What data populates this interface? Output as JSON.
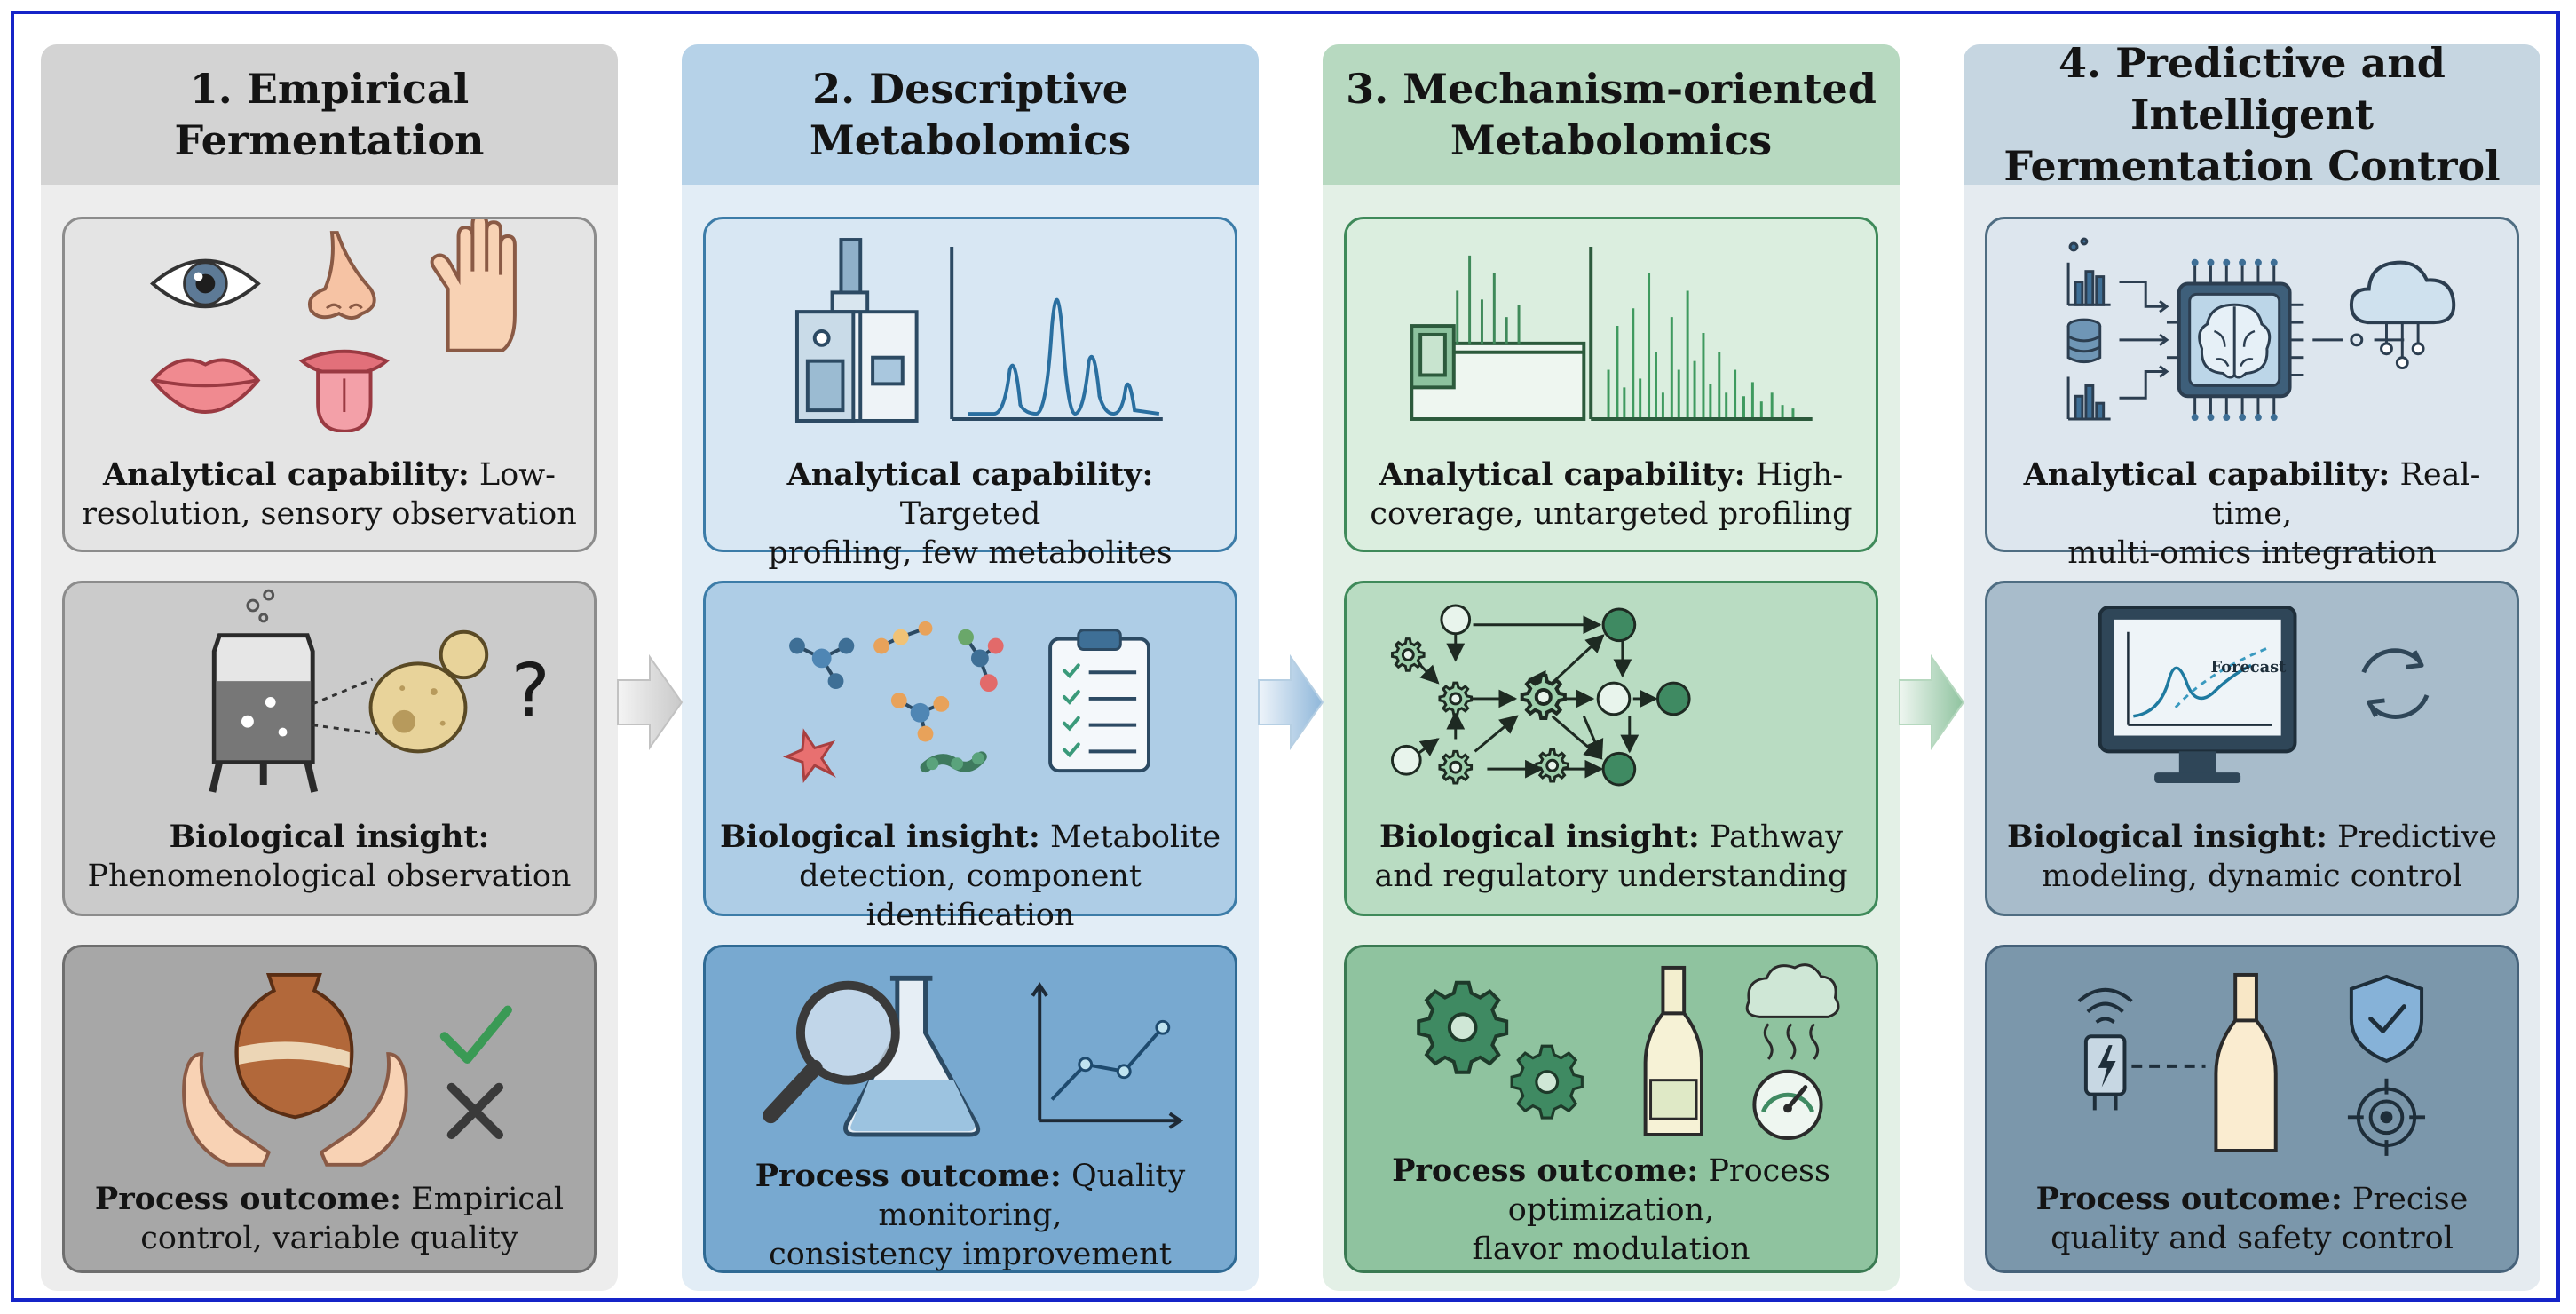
{
  "stages": [
    {
      "id": "empirical",
      "title": "1.  Empirical Fermentation",
      "colors": {
        "column_bg": "#ededed",
        "header_bg": "#d3d3d3",
        "card1": "#e4e4e4",
        "card2": "#cbcbcb",
        "card3": "#a7a7a7",
        "border": "#8c8c8c"
      },
      "cards": [
        {
          "label": "Analytical capability:",
          "text": "Low-\nresolution, sensory observation",
          "icons": [
            "eye-icon",
            "nose-icon",
            "hand-icon",
            "lips-icon",
            "tongue-icon"
          ]
        },
        {
          "label": "Biological insight:",
          "text": "\nPhenomenological observation",
          "icons": [
            "fermentation-tank-icon",
            "yeast-cell-icon",
            "question-mark-icon"
          ]
        },
        {
          "label": "Process outcome:",
          "text": "Empirical\ncontrol, variable quality",
          "icons": [
            "clay-pot-icon",
            "hands-icon",
            "check-mark-icon",
            "cross-mark-icon"
          ]
        }
      ]
    },
    {
      "id": "descriptive",
      "title": "2. Descriptive Metabolomics",
      "colors": {
        "column_bg": "#e2edf6",
        "header_bg": "#b6d2e8",
        "card1": "#d8e7f3",
        "card2": "#aecde6",
        "card3": "#78a9d0",
        "border": "#3c7ca8"
      },
      "cards": [
        {
          "label": "Analytical capability:",
          "text": "Targeted\nprofiling, few metabolites",
          "icons": [
            "gc-ms-instrument-icon",
            "chromatogram-icon"
          ]
        },
        {
          "label": "Biological insight:",
          "text": "Metabolite\ndetection, component identification",
          "icons": [
            "molecule-icon",
            "clipboard-checklist-icon"
          ]
        },
        {
          "label": "Process outcome:",
          "text": "Quality\nmonitoring,\nconsistency improvement",
          "icons": [
            "magnifier-icon",
            "flask-icon",
            "line-chart-icon"
          ]
        }
      ]
    },
    {
      "id": "mechanism",
      "title": "3. Mechanism-oriented\nMetabolomics",
      "colors": {
        "column_bg": "#e3f0e6",
        "header_bg": "#b7d9c0",
        "card1": "#dbeedf",
        "card2": "#b9dcc2",
        "card3": "#8fc39f",
        "border": "#3f8a5a"
      },
      "cards": [
        {
          "label": "Analytical capability:",
          "text": "High-\ncoverage, untargeted profiling",
          "icons": [
            "mass-spectrometer-icon",
            "spectrum-icon"
          ]
        },
        {
          "label": "Biological insight:",
          "text": "Pathway\nand regulatory understanding",
          "icons": [
            "gear-icon",
            "network-node-icon"
          ]
        },
        {
          "label": "Process outcome:",
          "text": "Process\noptimization,\nflavor modulation",
          "icons": [
            "gears-icon",
            "wine-bottle-icon",
            "aroma-cloud-icon",
            "gauge-icon"
          ]
        }
      ]
    },
    {
      "id": "predictive",
      "title": "4. Predictive and Intelligent\nFermentation Control",
      "colors": {
        "column_bg": "#e5ebf0",
        "header_bg": "#c6d6e1",
        "card1": "#dde6ee",
        "card2": "#a8bccb",
        "card3": "#7b97ab",
        "border": "#4f6d82"
      },
      "cards": [
        {
          "label": "Analytical capability:",
          "text": "Real-time,\nmulti-omics integration",
          "icons": [
            "bar-chart-icon",
            "database-icon",
            "ai-chip-icon",
            "cloud-icon"
          ]
        },
        {
          "label": "Biological insight:",
          "text": "Predictive\nmodeling, dynamic control",
          "icons": [
            "monitor-icon",
            "refresh-cycle-icon"
          ],
          "monitor_label": "Forecast"
        },
        {
          "label": "Process outcome:",
          "text": "Precise\nquality and safety control",
          "icons": [
            "sensor-icon",
            "bottle-icon",
            "shield-check-icon",
            "target-icon"
          ]
        }
      ]
    }
  ]
}
